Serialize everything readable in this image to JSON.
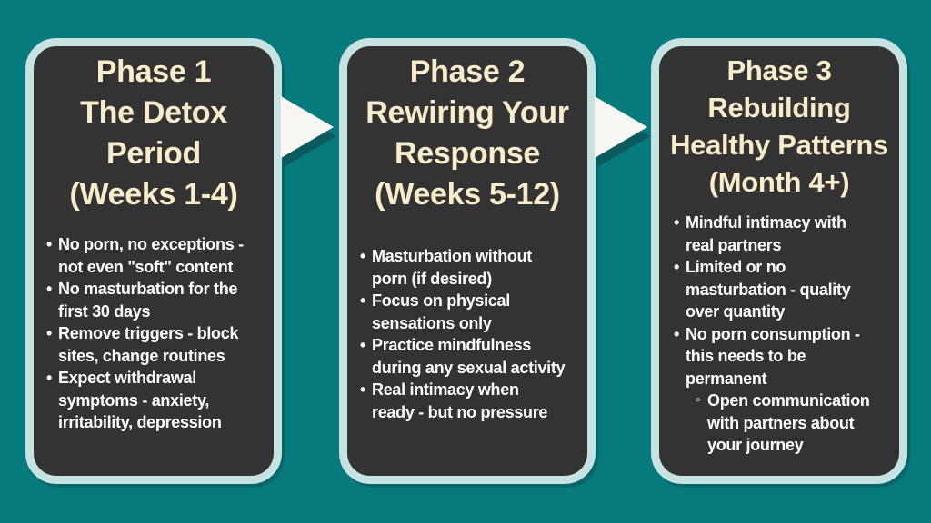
{
  "colors": {
    "bg": "#077a7d",
    "card_bg": "#333333",
    "card_border": "#c6e3e2",
    "title": "#f7edca",
    "body": "#ffffff",
    "arrow_fill": "#f8f6f1",
    "arrow_shadow": "#0b5a5e"
  },
  "cards": [
    {
      "title_lines": [
        "Phase 1",
        "The Detox",
        "Period",
        "(Weeks 1-4)"
      ],
      "bullets": [
        {
          "marker": "•",
          "text": "No porn, no exceptions -\nnot even \"soft\" content"
        },
        {
          "marker": "•",
          "text": "No masturbation for the\nfirst 30 days"
        },
        {
          "marker": "•",
          "text": "Remove triggers - block\nsites, change routines"
        },
        {
          "marker": "•",
          "text": "Expect withdrawal\nsymptoms - anxiety,\nirritability, depression"
        }
      ]
    },
    {
      "title_lines": [
        "Phase 2",
        "Rewiring Your",
        "Response",
        "(Weeks 5-12)"
      ],
      "bullets": [
        {
          "marker": "•",
          "text": "Masturbation without\nporn (if desired)"
        },
        {
          "marker": "•",
          "text": "Focus on physical\nsensations only"
        },
        {
          "marker": "•",
          "text": "Practice mindfulness\nduring any sexual activity"
        },
        {
          "marker": "•",
          "text": "Real intimacy when\nready - but no pressure"
        }
      ]
    },
    {
      "title_lines": [
        "Phase 3",
        "Rebuilding",
        "Healthy Patterns",
        "(Month 4+)"
      ],
      "bullets": [
        {
          "marker": "•",
          "text": "Mindful intimacy with\nreal partners"
        },
        {
          "marker": "•",
          "text": "Limited or no\nmasturbation - quality\nover quantity"
        },
        {
          "marker": "•",
          "text": "No porn consumption -\nthis needs to be\npermanent"
        },
        {
          "marker": "◦",
          "level": "sub",
          "text": "Open communication\nwith partners about\nyour journey"
        }
      ]
    }
  ]
}
